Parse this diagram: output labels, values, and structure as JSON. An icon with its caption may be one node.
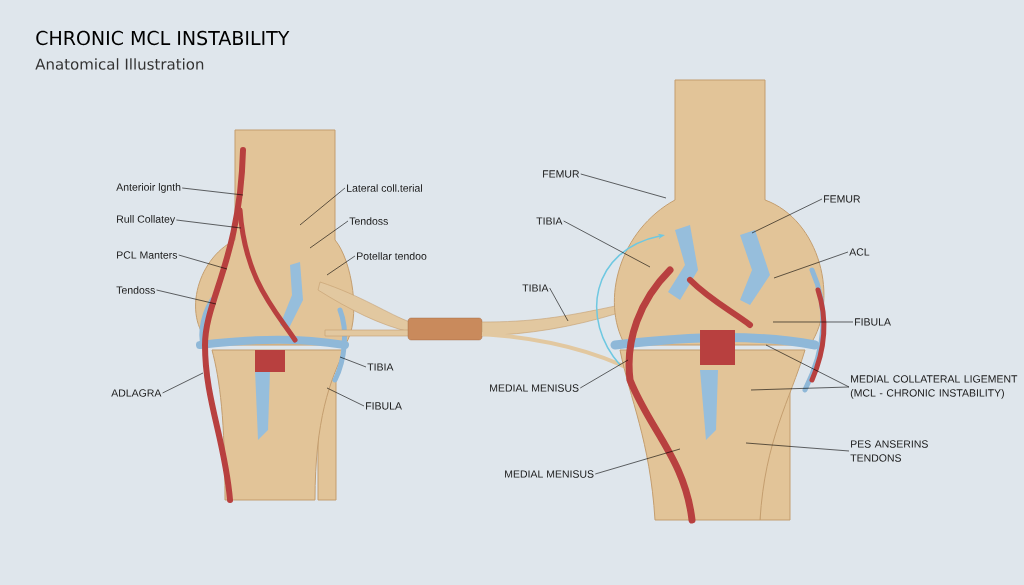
{
  "diagram": {
    "title": "CHRONIC MCL INSTABILITY",
    "nodes": [
      {
        "text": [
          "Anterioir lgnth"
        ]
      },
      {
        "text": [
          "Rull Collatey"
        ]
      },
      {
        "text": [
          "PCL Manters"
        ]
      },
      {
        "text": [
          "Tendoss"
        ]
      },
      {
        "text": [
          "ADLAGRA"
        ]
      },
      {
        "text": [
          "Lateral coll.terial"
        ]
      },
      {
        "text": [
          "Tendoss"
        ]
      },
      {
        "text": [
          "Potellar tendoo"
        ]
      },
      {
        "text": [
          "TIBIA"
        ]
      },
      {
        "text": [
          "FIBULA"
        ]
      },
      {
        "text": [
          "FEMUR"
        ]
      },
      {
        "text": [
          "TIBIA"
        ]
      },
      {
        "text": [
          "TIBIA"
        ]
      },
      {
        "text": [
          "MEDIAL MENISUS"
        ]
      },
      {
        "text": [
          "MEDIAL MENISUS"
        ]
      },
      {
        "text": [
          "FEMUR"
        ]
      },
      {
        "text": [
          "ACL"
        ]
      },
      {
        "text": [
          "FIBULA"
        ]
      },
      {
        "text": [
          "MEDIAL COLLATERAL LIGEMENT (MCL - CHRONIC INSTABILITY)"
        ]
      },
      {
        "text": [
          "PES ANSERINS TENDONS"
        ]
      }
    ],
    "edges": [
      {
        "from": 0,
        "to": null,
        "arrow": "none"
      },
      {
        "from": 1,
        "to": null,
        "arrow": "none"
      },
      {
        "from": 2,
        "to": null,
        "arrow": "none"
      },
      {
        "from": 3,
        "to": null,
        "arrow": "none"
      },
      {
        "from": 4,
        "to": null,
        "arrow": "none"
      },
      {
        "from": 5,
        "to": null,
        "arrow": "none"
      },
      {
        "from": 6,
        "to": null,
        "arrow": "none"
      },
      {
        "from": 7,
        "to": null,
        "arrow": "none"
      },
      {
        "from": 8,
        "to": null,
        "arrow": "none"
      },
      {
        "from": 9,
        "to": null,
        "arrow": "none"
      },
      {
        "from": 10,
        "to": null,
        "arrow": "none"
      },
      {
        "from": 11,
        "to": null,
        "arrow": "none"
      },
      {
        "from": 12,
        "to": null,
        "arrow": "none"
      },
      {
        "from": 13,
        "to": null,
        "arrow": "none"
      },
      {
        "from": 14,
        "to": null,
        "arrow": "none"
      },
      {
        "from": 15,
        "to": null,
        "arrow": "none"
      },
      {
        "from": 16,
        "to": null,
        "arrow": "none"
      },
      {
        "from": 17,
        "to": null,
        "arrow": "none"
      },
      {
        "from": 18,
        "to": null,
        "arrow": "none"
      },
      {
        "from": 18,
        "to": null,
        "arrow": "none"
      },
      {
        "from": 19,
        "to": null,
        "arrow": "none"
      }
    ],
    "labels": [
      "Anatomical Illustration"
    ]
  }
}
